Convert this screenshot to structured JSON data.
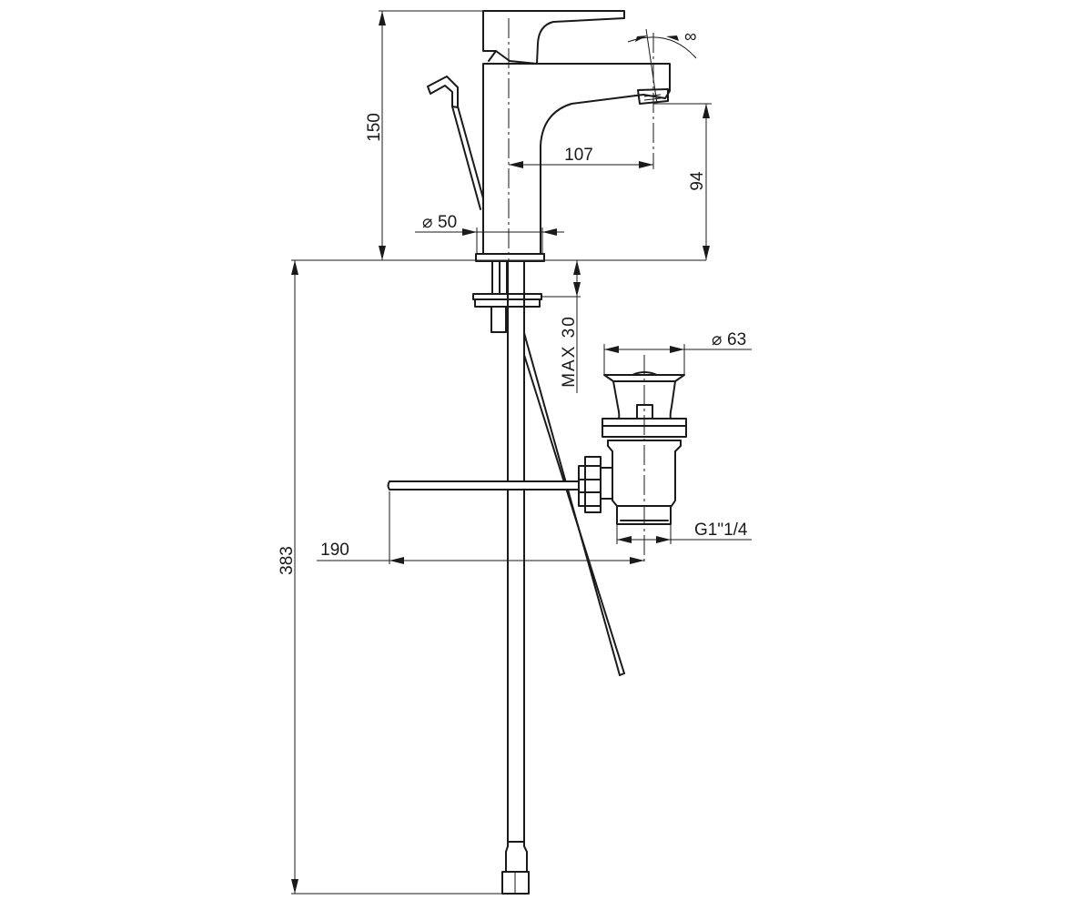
{
  "dimensions": {
    "height_total": "150",
    "spout_reach": "107",
    "spout_height": "94",
    "base_diameter": "50",
    "max_deck": "MAX 30",
    "waste_diameter": "63",
    "waste_thread": "G1\"1/4",
    "rod_length": "190",
    "hose_length": "383"
  },
  "symbols": {
    "diameter": "⌀",
    "aerator": "∞"
  }
}
